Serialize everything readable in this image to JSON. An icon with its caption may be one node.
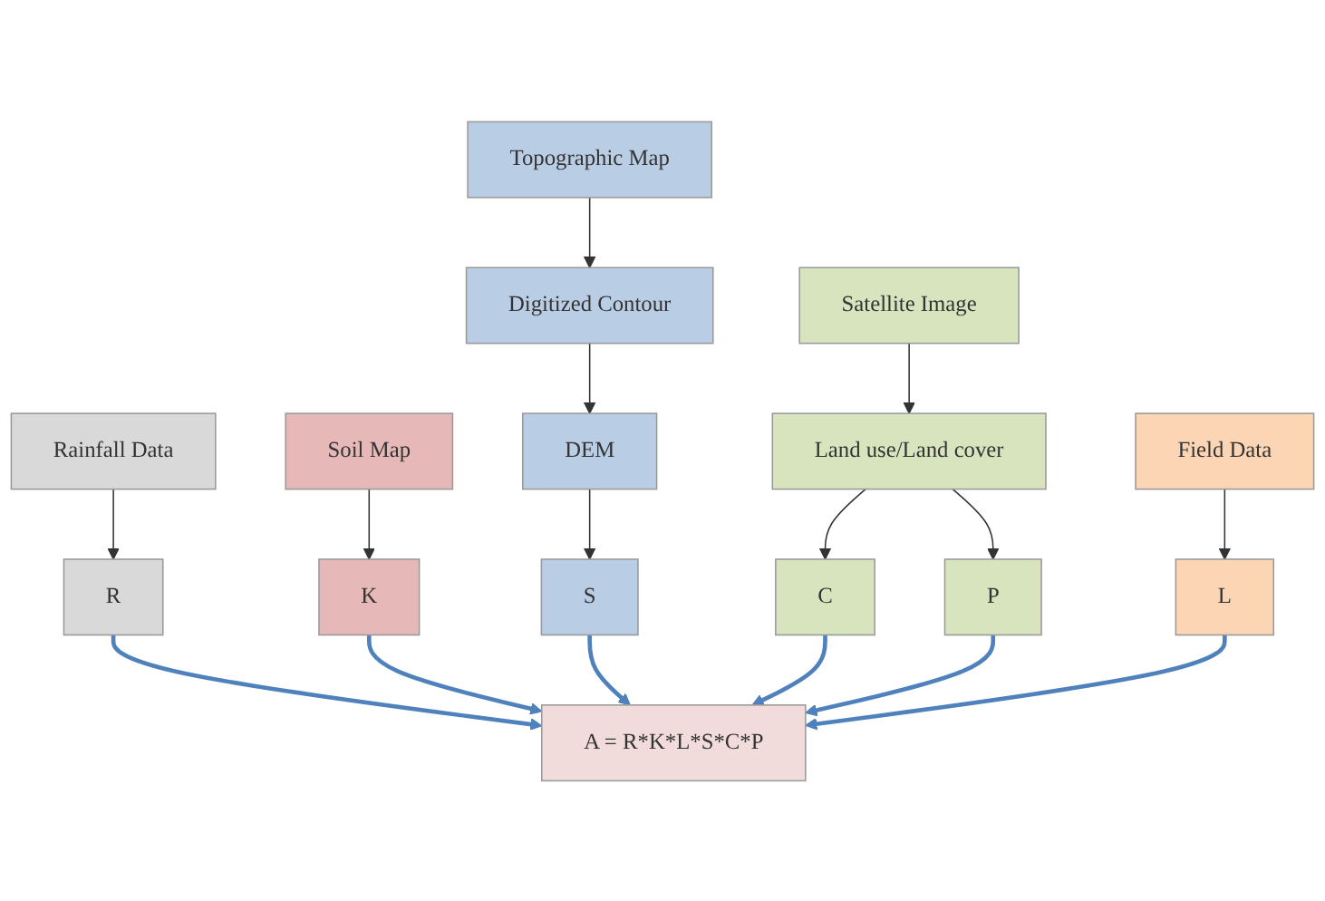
{
  "diagram": {
    "nodes": [
      {
        "text": [
          "Rainfall Data"
        ]
      },
      {
        "text": [
          "Soil Map"
        ]
      },
      {
        "text": [
          "Topographic Map"
        ]
      },
      {
        "text": [
          "Satellite Image"
        ]
      },
      {
        "text": [
          "Field Data"
        ]
      },
      {
        "text": [
          "Digitized Contour"
        ]
      },
      {
        "text": [
          "Land use/Land cover"
        ]
      },
      {
        "text": [
          "DEM"
        ]
      },
      {
        "text": [
          "R"
        ]
      },
      {
        "text": [
          "K"
        ]
      },
      {
        "text": [
          "S"
        ]
      },
      {
        "text": [
          "C"
        ]
      },
      {
        "text": [
          "P"
        ]
      },
      {
        "text": [
          "L"
        ]
      },
      {
        "text": [
          "A = R*K*L*S*C*P"
        ]
      }
    ],
    "edges": [
      {
        "from": 0,
        "to": 8,
        "arrow": "to"
      },
      {
        "from": 1,
        "to": 9,
        "arrow": "to"
      },
      {
        "from": 2,
        "to": 5,
        "arrow": "to"
      },
      {
        "from": 5,
        "to": 7,
        "arrow": "to"
      },
      {
        "from": 7,
        "to": 10,
        "arrow": "to"
      },
      {
        "from": 3,
        "to": 6,
        "arrow": "to"
      },
      {
        "from": 6,
        "to": 11,
        "arrow": "to"
      },
      {
        "from": 6,
        "to": 12,
        "arrow": "to"
      },
      {
        "from": 4,
        "to": 13,
        "arrow": "to"
      },
      {
        "from": 8,
        "to": 14,
        "arrow": "to",
        "style": "thick",
        "color": "#4f81bd"
      },
      {
        "from": 9,
        "to": 14,
        "arrow": "to",
        "style": "thick",
        "color": "#4f81bd"
      },
      {
        "from": 10,
        "to": 14,
        "arrow": "to",
        "style": "thick",
        "color": "#4f81bd"
      },
      {
        "from": 11,
        "to": 14,
        "arrow": "to",
        "style": "thick",
        "color": "#4f81bd"
      },
      {
        "from": 12,
        "to": 14,
        "arrow": "to",
        "style": "thick",
        "color": "#4f81bd"
      },
      {
        "from": 13,
        "to": 14,
        "arrow": "to",
        "style": "thick",
        "color": "#4f81bd"
      }
    ]
  }
}
